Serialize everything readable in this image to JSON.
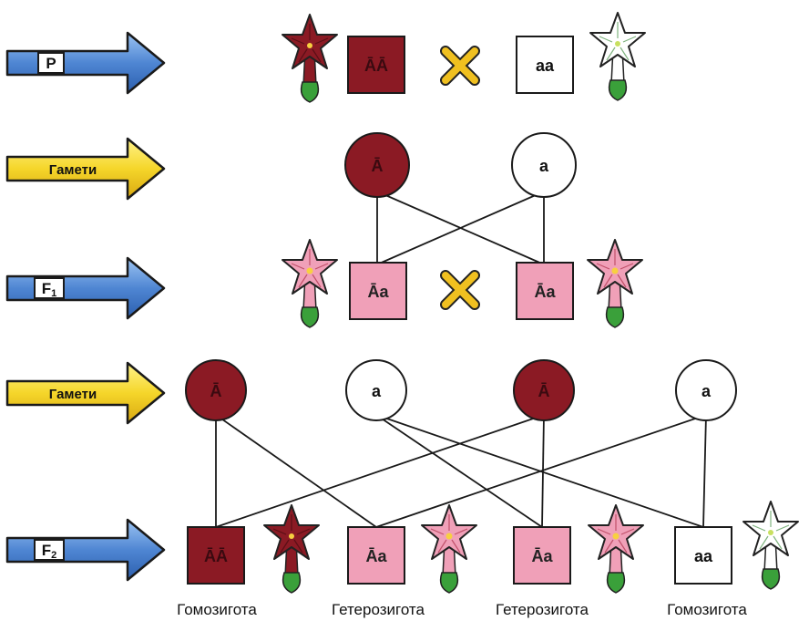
{
  "rows": {
    "p": "P",
    "gametes1": "Гамети",
    "f1": "F",
    "f1_sub": "1",
    "gametes2": "Гамети",
    "f2": "F",
    "f2_sub": "2"
  },
  "parents": {
    "left_genotype": "ĀĀ",
    "right_genotype": "aa"
  },
  "gametes1": {
    "left": "Ā",
    "right": "a"
  },
  "f1": {
    "left_genotype": "Āa",
    "right_genotype": "Āa"
  },
  "gametes2": {
    "g1": "Ā",
    "g2": "a",
    "g3": "Ā",
    "g4": "a"
  },
  "f2": {
    "g1": "ĀĀ",
    "g2": "Āa",
    "g3": "Āa",
    "g4": "aa",
    "c1": "Гомозигота",
    "c2": "Гетерозигота",
    "c3": "Гетерозигота",
    "c4": "Гомозигота"
  },
  "colors": {
    "dominant": "#8b1a24",
    "heterozygous": "#f0a0b8",
    "recessive": "#ffffff",
    "arrow_blue": "#5a8fd6",
    "arrow_yellow": "#f5dc2c",
    "cross": "#f0c020"
  },
  "icons": {
    "cross": "cross-icon",
    "flower": "flower-icon"
  }
}
